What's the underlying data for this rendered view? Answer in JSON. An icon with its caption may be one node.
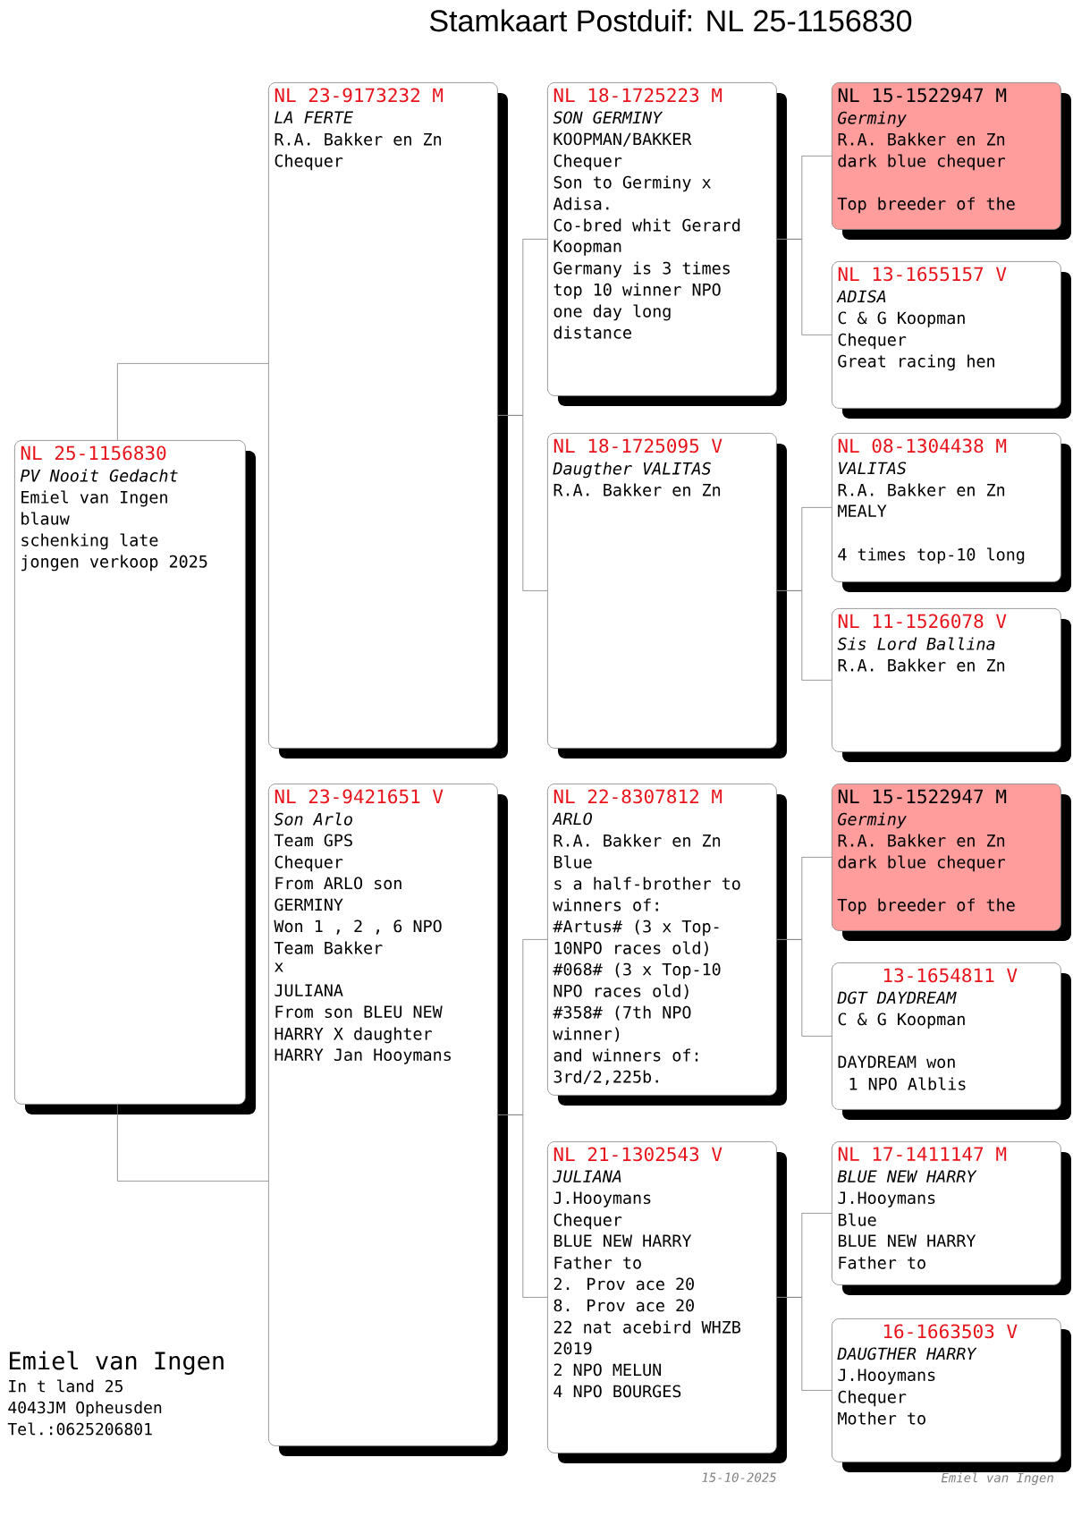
{
  "diagram": {
    "title": "Stamkaart Postduif: NL  25-1156830",
    "nodes": [
      {
        "text": [
          "NL  25-1156830",
          "PV Nooit Gedacht",
          "Emiel van Ingen",
          "blauw",
          "schenking late",
          "jongen verkoop 2025"
        ]
      },
      {
        "text": [
          "NL  23-9173232 M",
          "LA FERTE",
          "R.A. Bakker en Zn",
          "Chequer"
        ]
      },
      {
        "text": [
          "NL  23-9421651 V",
          "Son Arlo",
          "Team GPS",
          "Chequer",
          "From ARLO son",
          "GERMINY",
          "Won 1 , 2 , 6 NPO",
          "Team Bakker",
          "x",
          "JULIANA",
          "From son BLEU NEW",
          "HARRY X daughter",
          "HARRY Jan Hooymans"
        ]
      },
      {
        "text": [
          "NL  18-1725223 M",
          "SON GERMINY",
          "KOOPMAN/BAKKER",
          "Chequer",
          "Son to Germiny x",
          "Adisa.",
          "Co-bred whit Gerard",
          "Koopman",
          "Germany is 3 times",
          "top 10 winner NPO",
          "one day long",
          "distance"
        ]
      },
      {
        "text": [
          "NL  18-1725095 V",
          "Daugther VALITAS",
          "R.A. Bakker en Zn"
        ]
      },
      {
        "text": [
          "NL  22-8307812 M",
          "ARLO",
          "R.A. Bakker en Zn",
          "Blue",
          "s a half-brother to",
          "winners of:",
          "#Artus# (3 x Top-",
          "10NPO races old)",
          "#068# (3 x Top-10",
          "NPO races old)",
          "#358# (7th NPO",
          "winner)",
          "and winners of:",
          "3rd/2,225b."
        ]
      },
      {
        "text": [
          "NL  21-1302543 V",
          "JULIANA",
          "J.Hooymans",
          "Chequer",
          "BLUE NEW HARRY",
          "Father to",
          "2. Prov ace 20",
          "8. Prov ace 20",
          "22 nat acebird WHZB",
          "2019",
          "2 NPO MELUN",
          "4 NPO BOURGES"
        ]
      },
      {
        "text": [
          "NL  15-1522947 M",
          "Germiny",
          "R.A. Bakker en Zn",
          "dark blue chequer",
          "Top breeder of the"
        ]
      },
      {
        "text": [
          "NL  13-1655157 V",
          "ADISA",
          "C & G Koopman",
          "Chequer",
          "Great racing hen"
        ]
      },
      {
        "text": [
          "NL  08-1304438 M",
          "VALITAS",
          "R.A. Bakker en Zn",
          "MEALY",
          "4 times top-10 long"
        ]
      },
      {
        "text": [
          "NL  11-1526078 V",
          "Sis Lord Ballina",
          "R.A. Bakker en Zn"
        ]
      },
      {
        "text": [
          "NL  15-1522947 M",
          "Germiny",
          "R.A. Bakker en Zn",
          "dark blue chequer",
          "Top breeder of the"
        ]
      },
      {
        "text": [
          "13-1654811 V",
          "DGT DAYDREAM",
          "C & G Koopman",
          "DAYDREAM won",
          "1 NPO Alblis"
        ]
      },
      {
        "text": [
          "NL  17-1411147 M",
          "BLUE NEW HARRY",
          "J.Hooymans",
          "Blue",
          "BLUE NEW HARRY",
          "Father to"
        ]
      },
      {
        "text": [
          "16-1663503 V",
          "DAUGTHER HARRY",
          "J.Hooymans",
          "Chequer",
          "Mother to"
        ]
      }
    ],
    "edges": [
      {
        "from": 0,
        "to": 1,
        "arrow": "none"
      },
      {
        "from": 0,
        "to": 2,
        "arrow": "none"
      },
      {
        "from": 1,
        "to": 3,
        "arrow": "none"
      },
      {
        "from": 1,
        "to": 4,
        "arrow": "none"
      },
      {
        "from": 2,
        "to": 5,
        "arrow": "none"
      },
      {
        "from": 2,
        "to": 6,
        "arrow": "none"
      },
      {
        "from": 3,
        "to": 7,
        "arrow": "none"
      },
      {
        "from": 3,
        "to": 8,
        "arrow": "none"
      },
      {
        "from": 4,
        "to": 9,
        "arrow": "none"
      },
      {
        "from": 4,
        "to": 10,
        "arrow": "none"
      },
      {
        "from": 5,
        "to": 11,
        "arrow": "none"
      },
      {
        "from": 5,
        "to": 12,
        "arrow": "none"
      },
      {
        "from": 6,
        "to": 13,
        "arrow": "none"
      },
      {
        "from": 6,
        "to": 14,
        "arrow": "none"
      }
    ],
    "labels": [
      "Emiel van Ingen",
      "In t land 25",
      "4043JM  Opheusden",
      "Tel.:0625206801",
      "15-10-2025",
      "Emiel van Ingen"
    ]
  }
}
